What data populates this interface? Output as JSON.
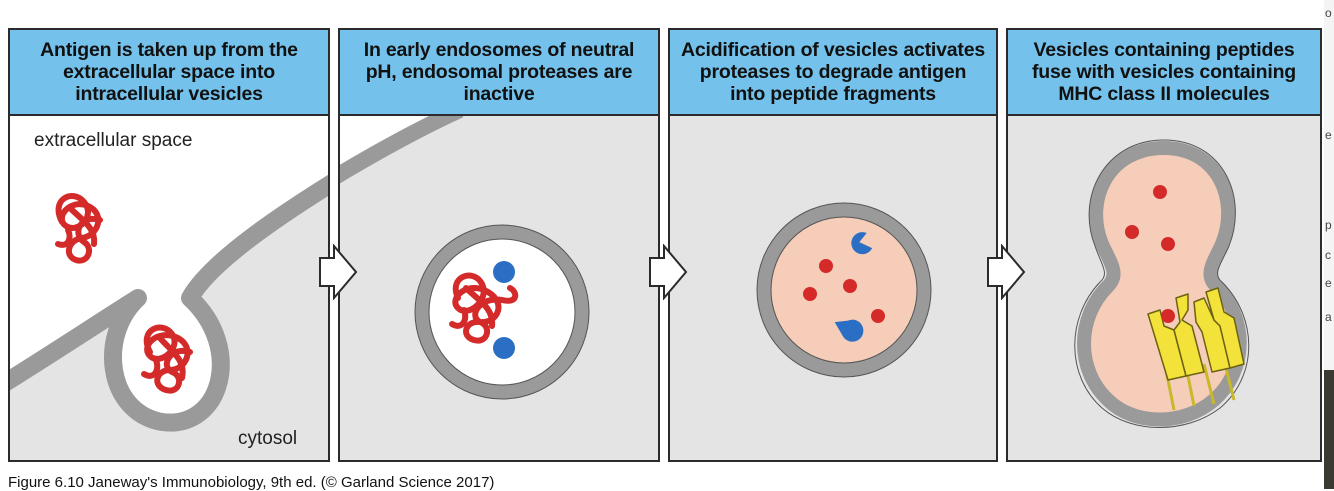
{
  "panels": [
    {
      "header": "Antigen is taken up from the extracellular space into intracellular vesicles"
    },
    {
      "header": "In early endosomes of neutral pH, endosomal proteases are inactive"
    },
    {
      "header": "Acidification of vesicles activates proteases to degrade antigen into peptide fragments"
    },
    {
      "header": "Vesicles containing peptides fuse with vesicles containing MHC class II molecules"
    }
  ],
  "labels": {
    "extracellular": "extracellular space",
    "cytosol": "cytosol"
  },
  "caption": "Figure 6.10  Janeway's Immunobiology, 9th ed. (© Garland Science 2017)",
  "edge_letters": [
    "o",
    "e",
    "p",
    "e",
    "c",
    "a"
  ],
  "colors": {
    "header": "#74c2ec",
    "panel_bg": "#e4e4e4",
    "membrane": "#9a9a9a",
    "vesicle_lumen": "#f6cdb9",
    "antigen": "#d42a2a",
    "protease": "#2a6fc4",
    "mhc": "#f2e23a"
  }
}
